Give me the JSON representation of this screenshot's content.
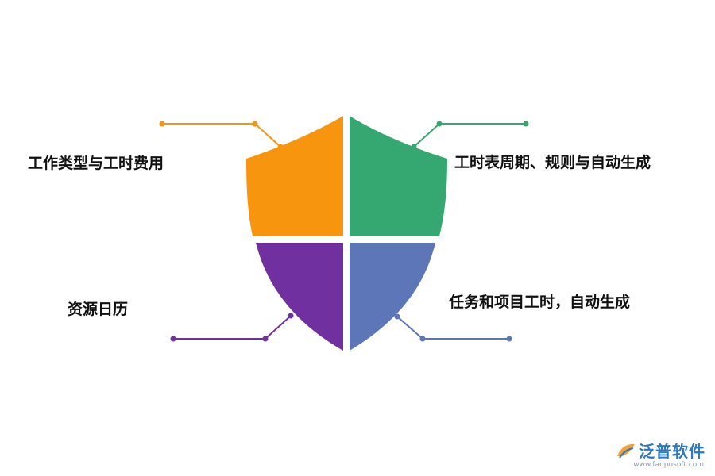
{
  "segments": [
    {
      "id": "tl",
      "label": "工作类型与工时费用",
      "color": "#f7950f"
    },
    {
      "id": "tr",
      "label": "工时表周期、规则与自动生成",
      "color": "#35a771"
    },
    {
      "id": "bl",
      "label": "资源日历",
      "color": "#7030a0"
    },
    {
      "id": "br",
      "label": "任务和项目工时，自动生成",
      "color": "#5c76b8"
    }
  ],
  "logo": {
    "name": "泛普软件",
    "url": "www.fanpusoft.com",
    "icon": "leaf-logo-icon"
  }
}
